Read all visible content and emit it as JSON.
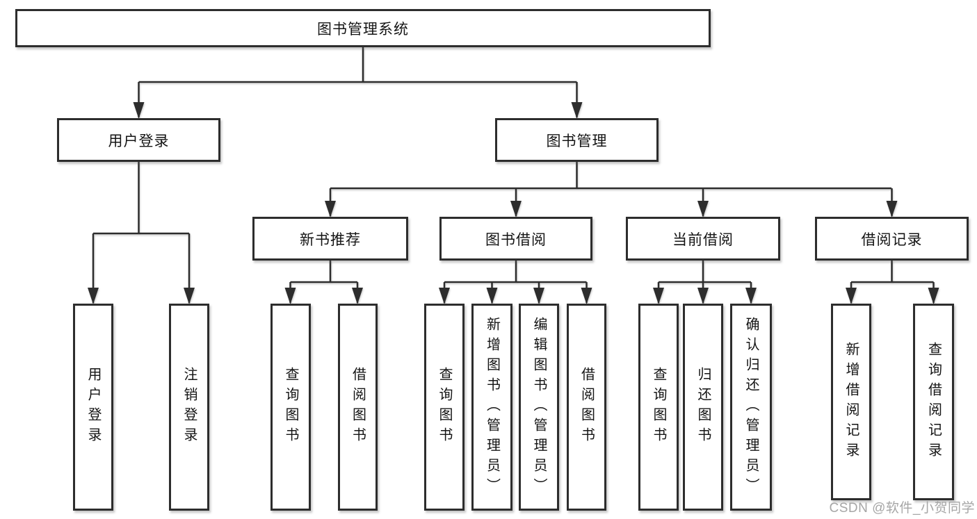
{
  "tree": {
    "label": "图书管理系统",
    "children": [
      {
        "label": "用户登录",
        "children": [
          {
            "label": "用户登录"
          },
          {
            "label": "注销登录"
          }
        ]
      },
      {
        "label": "图书管理",
        "children": [
          {
            "label": "新书推荐",
            "children": [
              {
                "label": "查询图书"
              },
              {
                "label": "借阅图书"
              }
            ]
          },
          {
            "label": "图书借阅",
            "children": [
              {
                "label": "查询图书"
              },
              {
                "label": "新增图书（管理员）"
              },
              {
                "label": "编辑图书（管理员）"
              },
              {
                "label": "借阅图书"
              }
            ]
          },
          {
            "label": "当前借阅",
            "children": [
              {
                "label": "查询图书"
              },
              {
                "label": "归还图书"
              },
              {
                "label": "确认归还（管理员）"
              }
            ]
          },
          {
            "label": "借阅记录",
            "children": [
              {
                "label": "新增借阅记录"
              },
              {
                "label": "查询借阅记录"
              }
            ]
          }
        ]
      }
    ]
  },
  "watermark": {
    "text": "CSDN @软件_小贺同学"
  },
  "colors": {
    "line": "#2d2d2d",
    "box_border": "#2d2d2d",
    "text": "#141414",
    "watermark": "#a6a6a6",
    "background": "#ffffff"
  }
}
